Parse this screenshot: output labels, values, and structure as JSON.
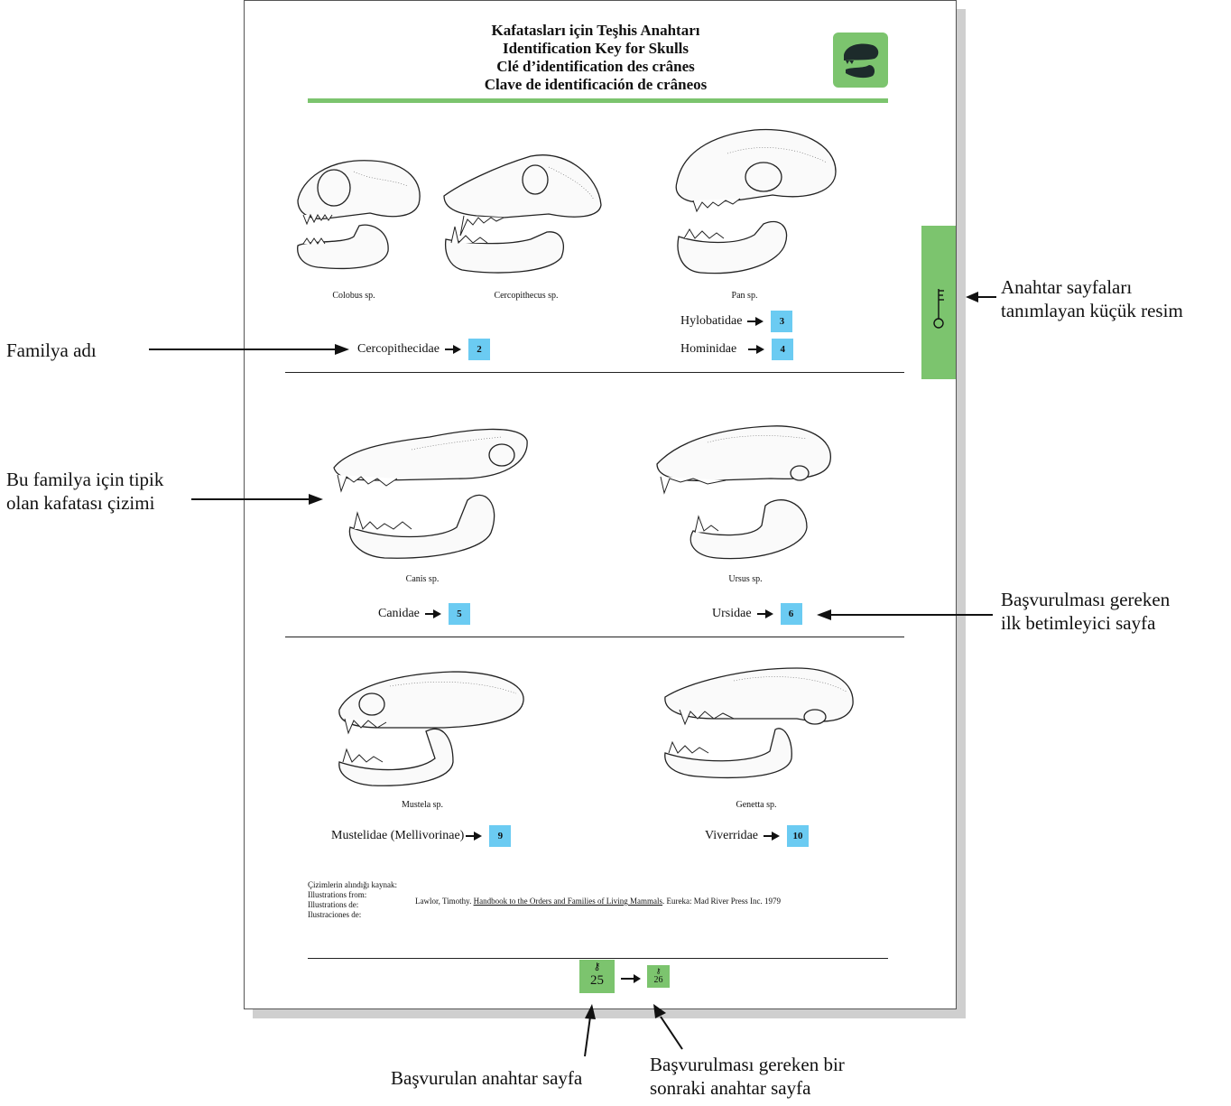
{
  "header": {
    "title_lines": [
      "Kafatasları için Teşhis Anahtarı",
      "Identification Key for Skulls",
      "Clé d’identification des crânes",
      "Clave de identificación de crâneos"
    ]
  },
  "rows": [
    {
      "captions": [
        "Colobus sp.",
        "Cercopithecus sp.",
        "Pan sp."
      ],
      "families": [
        {
          "name": "Cercopithecidae",
          "page": "2"
        },
        {
          "name": "Hylobatidae",
          "page": "3"
        },
        {
          "name": "Hominidae",
          "page": "4"
        }
      ]
    },
    {
      "captions": [
        "Canis sp.",
        "Ursus sp."
      ],
      "families": [
        {
          "name": "Canidae",
          "page": "5"
        },
        {
          "name": "Ursidae",
          "page": "6"
        }
      ]
    },
    {
      "captions": [
        "Mustela sp.",
        "Genetta sp."
      ],
      "families": [
        {
          "name": "Mustelidae (Mellivorinae)",
          "page": "9"
        },
        {
          "name": "Viverridae",
          "page": "10"
        }
      ]
    }
  ],
  "credits": {
    "labels": [
      "Çizimlerin alındığı kaynak:",
      "Illustrations from:",
      "Illustrations de:",
      "Ilustraciones de:"
    ],
    "ref_author": "Lawlor, Timothy. ",
    "ref_title": "Handbook to the Orders and Families of Living Mammals",
    "ref_rest": ". Eureka: Mad River Press Inc. 1979"
  },
  "footer": {
    "current_page": "25",
    "next_page": "26"
  },
  "annotations": {
    "familya": "Familya adı",
    "drawing": [
      "Bu familya için tipik",
      "olan kafatası çizimi"
    ],
    "thumbnail": [
      "Anahtar sayfaları",
      "tanımlayan küçük resim"
    ],
    "first_page": [
      "Başvurulması gereken",
      "ilk betimleyici sayfa"
    ],
    "current_key": "Başvurulan anahtar sayfa",
    "next_key": [
      "Başvurulması gereken bir",
      "sonraki anahtar sayfa"
    ]
  },
  "colors": {
    "green": "#7cc46e",
    "blue_box": "#6bcbf2"
  }
}
